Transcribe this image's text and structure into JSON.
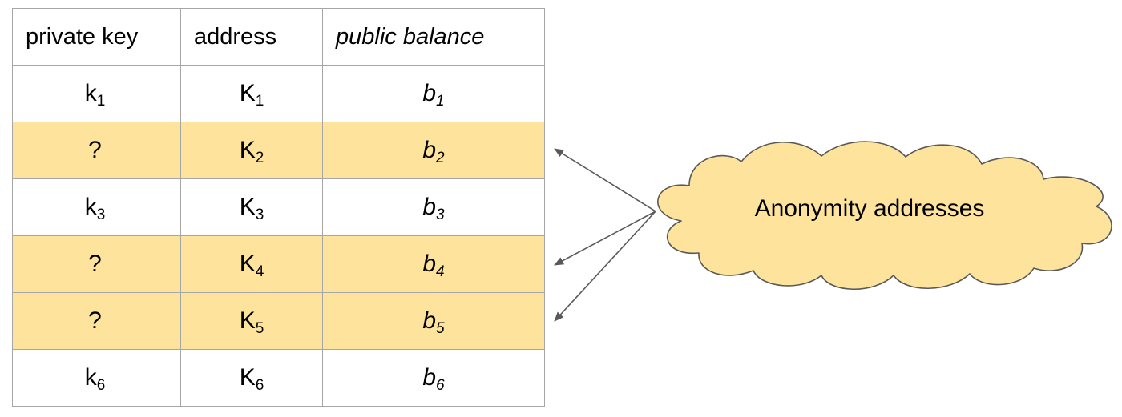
{
  "table": {
    "headers": [
      "private key",
      "address",
      "public balance"
    ],
    "rows": [
      {
        "key_base": "k",
        "key_sub": "1",
        "addr_base": "K",
        "addr_sub": "1",
        "bal_base": "b",
        "bal_sub": "1",
        "highlighted": false
      },
      {
        "key_base": "?",
        "key_sub": "",
        "addr_base": "K",
        "addr_sub": "2",
        "bal_base": "b",
        "bal_sub": "2",
        "highlighted": true
      },
      {
        "key_base": "k",
        "key_sub": "3",
        "addr_base": "K",
        "addr_sub": "3",
        "bal_base": "b",
        "bal_sub": "3",
        "highlighted": false
      },
      {
        "key_base": "?",
        "key_sub": "",
        "addr_base": "K",
        "addr_sub": "4",
        "bal_base": "b",
        "bal_sub": "4",
        "highlighted": true
      },
      {
        "key_base": "?",
        "key_sub": "",
        "addr_base": "K",
        "addr_sub": "5",
        "bal_base": "b",
        "bal_sub": "5",
        "highlighted": true
      },
      {
        "key_base": "k",
        "key_sub": "6",
        "addr_base": "K",
        "addr_sub": "6",
        "bal_base": "b",
        "bal_sub": "6",
        "highlighted": false
      }
    ]
  },
  "cloud": {
    "label": "Anonymity addresses"
  },
  "colors": {
    "highlight_fill": "#fde39b",
    "cloud_fill": "#fde39b",
    "cloud_stroke": "#595959",
    "grid_line": "#a6a6a6",
    "arrow": "#595959"
  }
}
